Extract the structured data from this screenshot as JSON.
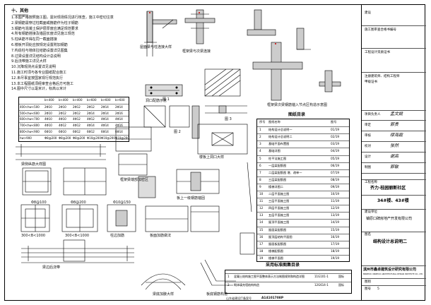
{
  "notes": {
    "title": "十、其他",
    "lines": [
      "1.本图严格按照施工图，需对现场情况进行核查，施工中密切注意",
      "2.梁钢筋需穿过柱截面或箍筋作为柱子钢筋",
      "3.钢筋与混凝土保护层厚度应满足规范要求",
      "4.所有钢筋搭接及锚固长度详见施工规范",
      "5.柱纵筋不得在同一截面搭接",
      "6.楼板开洞处应按规定设置附加钢筋",
      "7.构造柱与墙体拉结筋设置详见图集",
      "8.过梁设置详见结构设计总说明",
      "9.后浇带施工详见大样",
      "10.沉降观测点设置详见说明",
      "11.施工时须与各专业图纸配合施工",
      "12.未尽事宜按国家现行规范执行",
      "13.本工程图纸须经审查合格后方可施工",
      "14.图中尺寸以毫米计，标高以米计"
    ]
  },
  "size_table": {
    "headers": [
      "",
      "b<400",
      "b<400",
      "b>400",
      "b>600",
      "b>600",
      "b>600"
    ],
    "rows": [
      [
        "400<hw<500",
        "2Φ10",
        "2Φ10",
        "2Φ12",
        "2Φ12",
        "2Φ14",
        "2Φ14"
      ],
      [
        "500<hw<600",
        "2Φ10",
        "2Φ12",
        "2Φ12",
        "2Φ14",
        "2Φ14",
        "2Φ16"
      ],
      [
        "600<hw<700",
        "4Φ10",
        "4Φ10",
        "4Φ12",
        "4Φ12",
        "4Φ14",
        "4Φ14"
      ],
      [
        "700<hw<800",
        "4Φ10",
        "4Φ12",
        "4Φ12",
        "4Φ14",
        "4Φ14",
        "4Φ16"
      ],
      [
        "800<hw<900",
        "6Φ10",
        "6Φ10",
        "6Φ12",
        "6Φ12",
        "6Φ14",
        "6Φ14"
      ],
      [
        "hw>900",
        "Φ8@200",
        "Φ8@200",
        "Φ8@200",
        "Φ10@200",
        "Φ10@200",
        "Φ10@200"
      ]
    ]
  },
  "detail_labels": {
    "top1": "屋面梁与柱连接大样",
    "top2": "框架梁与次梁连接",
    "top3": "框架梁次梁钢筋锚入节点区构造示意图",
    "mid1": "楼板上洞口大样",
    "mid2": "洞口配筋示意",
    "lower1": "梁侧纵筋大样图",
    "lower2": "板上一级钢筋锚固",
    "lower3": "框架梁端部加密区",
    "b1": "300<B<1000",
    "b2": "300<B<1000",
    "b3": "柱边加筋",
    "b4": "板面加筋做法",
    "bottom1": "梁边后浇带",
    "bottom2": "梁底加腋大样",
    "bottom3": "板底钢筋构造",
    "q1": "Φ8@100",
    "q2": "Φ8@200",
    "q3": "Φ10@150",
    "fig1": "图 1",
    "fig2": "图 2",
    "fig3": "图 3"
  },
  "index": {
    "title": "图纸目录",
    "headers": [
      "序号",
      "图纸名称",
      "图号"
    ],
    "rows": [
      [
        "1",
        "结构设计总说明一",
        "01/19"
      ],
      [
        "2",
        "结构设计总说明二",
        "02/19"
      ],
      [
        "3",
        "基础平面布置图",
        "03/19"
      ],
      [
        "4",
        "基础详图",
        "04/19"
      ],
      [
        "5",
        "柱平法施工图",
        "05/19"
      ],
      [
        "6",
        "一层梁配筋图",
        "06/19"
      ],
      [
        "7",
        "二层梁配筋图    增、改单一",
        "07/19"
      ],
      [
        "8",
        "三层梁配筋图",
        "08/19"
      ],
      [
        "9",
        "楼梯详图二",
        "09/19"
      ],
      [
        "10",
        "二层平面施工图",
        "10/19"
      ],
      [
        "11",
        "三层平面施工图",
        "11/19"
      ],
      [
        "12",
        "四层平面施工图",
        "12/19"
      ],
      [
        "13",
        "五层平面施工图",
        "13/19"
      ],
      [
        "14",
        "屋顶平面施工图",
        "14/19"
      ],
      [
        "15",
        "屋面梁配筋图",
        "15/19"
      ],
      [
        "16",
        "屋顶层结构平面图",
        "16/19"
      ],
      [
        "17",
        "屋面板配筋图",
        "17/19"
      ],
      [
        "18",
        "楼梯配筋图",
        "18/19"
      ],
      [
        "19",
        "楼梯平面图",
        "19/19"
      ]
    ]
  },
  "standards": {
    "title": "采用标准图集目录",
    "rows": [
      [
        "1",
        "混凝土结构施工图平面整体表示方法制图规则和构造详图",
        "11G101-1",
        "国标"
      ],
      [
        "2",
        "砌体填充墙结构构造",
        "12G614-1",
        "国标"
      ]
    ]
  },
  "title_block": {
    "company_top": "建设",
    "approval": "施工图审查合格书编号",
    "review": "工程设计资质证书",
    "stamp": "注册建筑师、结构工程师",
    "cert": "甲级证书",
    "sign_roles": [
      "项目负责人",
      "审定",
      "审核",
      "校对",
      "设计",
      "制图"
    ],
    "sign_names": [
      "孟文姚",
      "郭贵",
      "缪海霞",
      "张然",
      "谢高",
      "郭敏"
    ],
    "project_label": "工程名称",
    "project": "齐力·桂园丽新社区",
    "subproject": "34#楼、43#楼",
    "client_label": "建设单位",
    "client": "镇原口碑房地产开发有限公司",
    "drawing_label": "图名",
    "drawing": "结构设计总说明二",
    "design_company": "滨州市鑫卓建筑设计研究有限公司",
    "design_company_en": "BINZHOU XINZHUO ARCHITECTURAL DESIGN INSTITUTE CO., LTD.",
    "sheet_label": "图别",
    "sheet_no_label": "图号",
    "sheet_no": "5",
    "record": "A14101708P",
    "record_label": "山东省建设厅备案号"
  },
  "colors": {
    "line": "#000000",
    "red": "#cc0000",
    "gray": "#666666"
  }
}
